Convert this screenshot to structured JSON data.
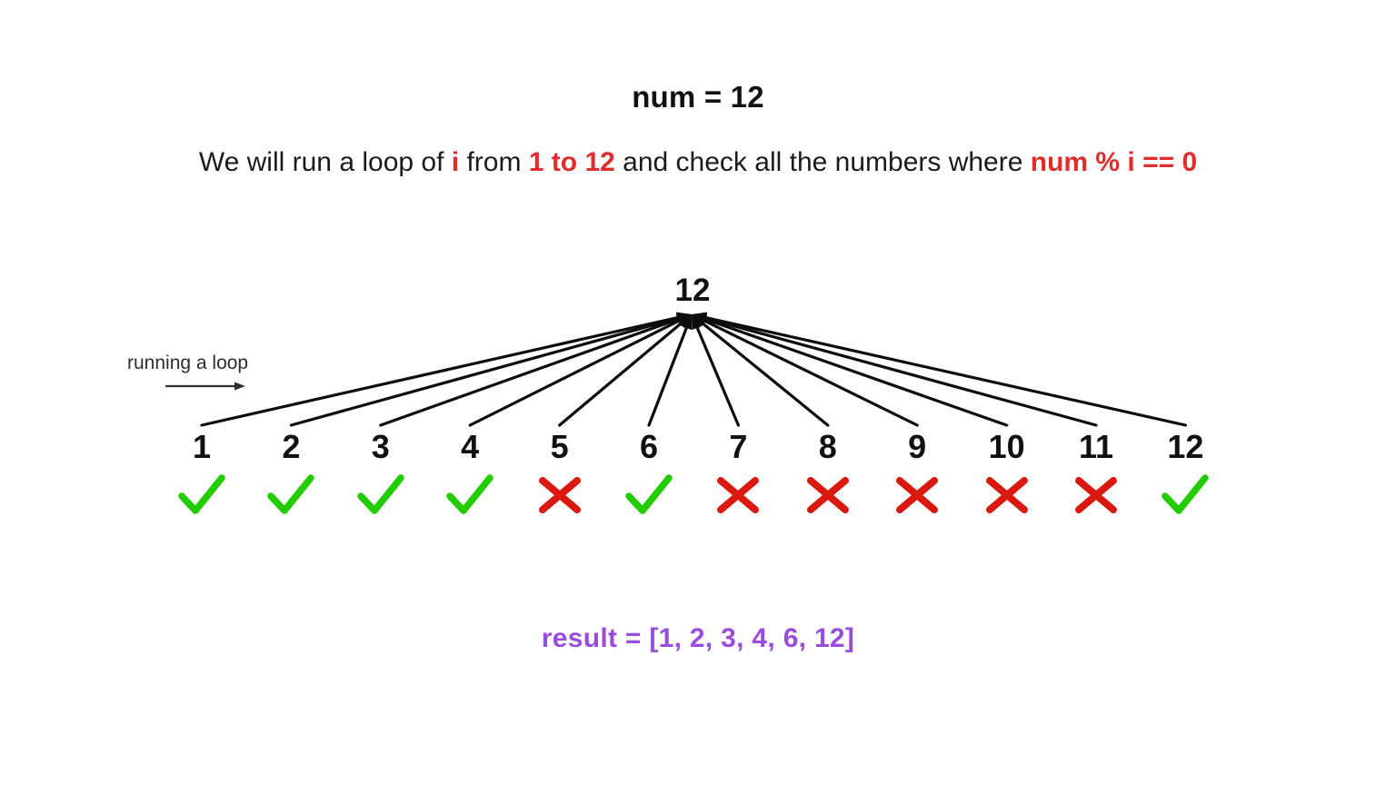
{
  "title": "num = 12",
  "description": {
    "part1": "We will run a loop of ",
    "hl1": "i",
    "part2": " from ",
    "hl2": "1 to 12",
    "part3": " and check all the numbers where ",
    "hl3": "num % i == 0",
    "full_text": "We will run a loop of i from 1 to 12 and check all the numbers where num % i == 0"
  },
  "root_node": {
    "label": "12"
  },
  "annotation": {
    "loop_label": "running a loop"
  },
  "colors": {
    "highlight_red": "#e02c2c",
    "check_green": "#22cc00",
    "cross_red": "#d9190f",
    "result_purple": "#9a4ce0",
    "text_black": "#111111",
    "background": "#ffffff"
  },
  "divisor_check": {
    "items": [
      {
        "number": "1",
        "divides": true,
        "mark": "check-icon"
      },
      {
        "number": "2",
        "divides": true,
        "mark": "check-icon"
      },
      {
        "number": "3",
        "divides": true,
        "mark": "check-icon"
      },
      {
        "number": "4",
        "divides": true,
        "mark": "check-icon"
      },
      {
        "number": "5",
        "divides": false,
        "mark": "cross-icon"
      },
      {
        "number": "6",
        "divides": true,
        "mark": "check-icon"
      },
      {
        "number": "7",
        "divides": false,
        "mark": "cross-icon"
      },
      {
        "number": "8",
        "divides": false,
        "mark": "cross-icon"
      },
      {
        "number": "9",
        "divides": false,
        "mark": "cross-icon"
      },
      {
        "number": "10",
        "divides": false,
        "mark": "cross-icon"
      },
      {
        "number": "11",
        "divides": false,
        "mark": "cross-icon"
      },
      {
        "number": "12",
        "divides": true,
        "mark": "check-icon"
      }
    ]
  },
  "result": {
    "label": "result = [1, 2, 3, 4, 6, 12]"
  }
}
